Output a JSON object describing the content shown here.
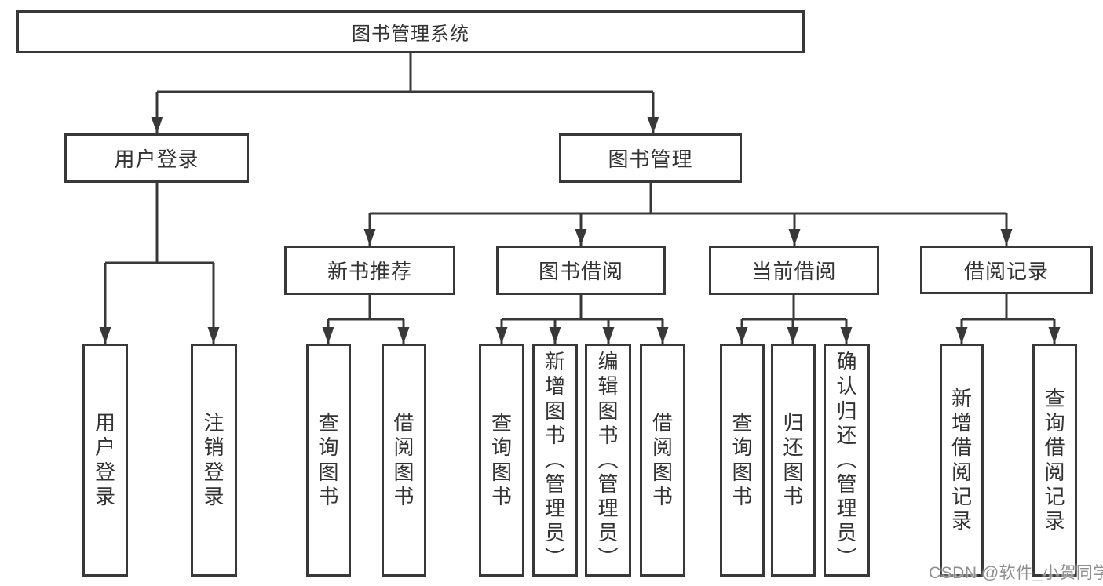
{
  "tree": {
    "label": "图书管理系统",
    "children": [
      {
        "label": "用户登录",
        "children": [
          {
            "label": "用户登录"
          },
          {
            "label": "注销登录"
          }
        ]
      },
      {
        "label": "图书管理",
        "children": [
          {
            "label": "新书推荐",
            "children": [
              {
                "label": "查询图书"
              },
              {
                "label": "借阅图书"
              }
            ]
          },
          {
            "label": "图书借阅",
            "children": [
              {
                "label": "查询图书"
              },
              {
                "label": "新增图书（管理员）"
              },
              {
                "label": "编辑图书（管理员）"
              },
              {
                "label": "借阅图书"
              }
            ]
          },
          {
            "label": "当前借阅",
            "children": [
              {
                "label": "查询图书"
              },
              {
                "label": "归还图书"
              },
              {
                "label": "确认归还（管理员）"
              }
            ]
          },
          {
            "label": "借阅记录",
            "children": [
              {
                "label": "新增借阅记录"
              },
              {
                "label": "查询借阅记录"
              }
            ]
          }
        ]
      }
    ]
  },
  "watermark": {
    "text": "CSDN @软件_小贺同学"
  },
  "colors": {
    "line": "#383838",
    "box_border": "#383838",
    "text": "#333333",
    "watermark": "#8f8f8f",
    "background": "#ffffff"
  }
}
